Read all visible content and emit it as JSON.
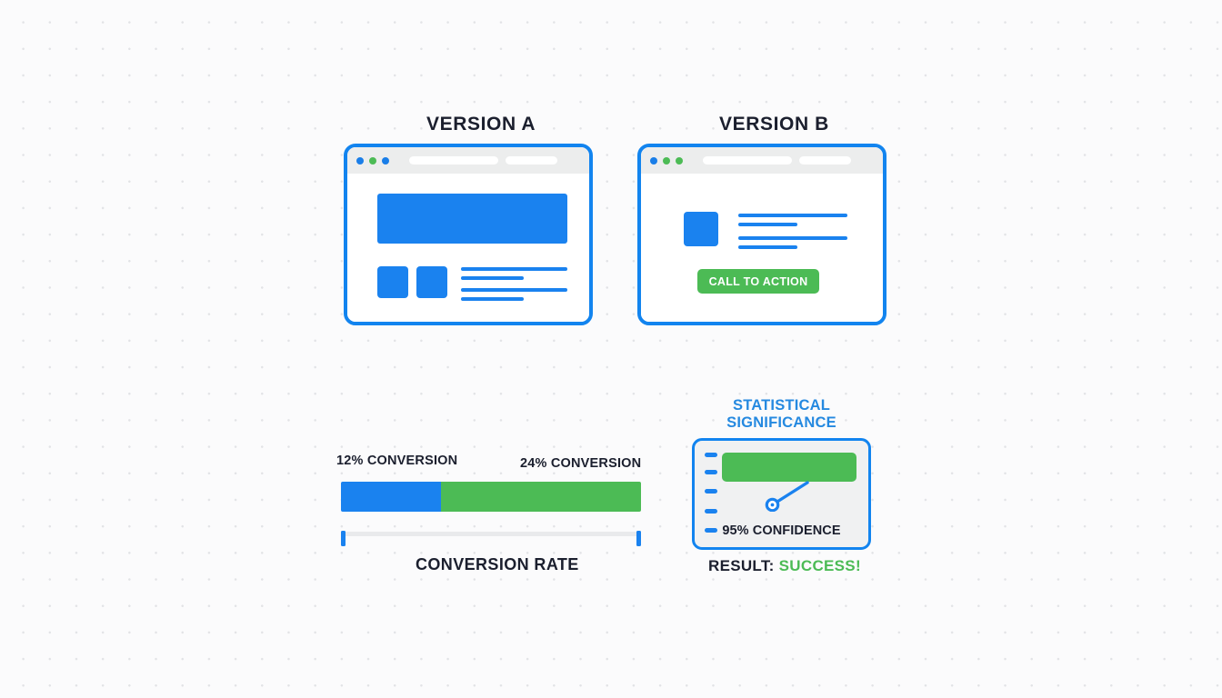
{
  "palette": {
    "blue": "#1a82ef",
    "blue_border": "#1284ef",
    "green": "#4cbb55",
    "dark": "#1b1f2e",
    "heading_blue": "#2589e0",
    "panel_gray": "#f0f1f2",
    "chrome_gray": "#eceded",
    "track_gray": "#e9eaec",
    "background": "#fbfbfc",
    "dot_grid": "#e2e3e6"
  },
  "variants": [
    {
      "id": "a",
      "title": "VERSION A",
      "chrome_dots": [
        "blue",
        "green",
        "blue"
      ],
      "layout": "hero-banner"
    },
    {
      "id": "b",
      "title": "VERSION B",
      "chrome_dots": [
        "blue",
        "green",
        "green"
      ],
      "layout": "media-object-with-cta",
      "cta_label": "CALL TO ACTION"
    }
  ],
  "conversion": {
    "label_a": "12% CONVERSION",
    "label_b": "24% CONVERSION",
    "value_a": 12,
    "value_b": 24,
    "title": "CONVERSION RATE"
  },
  "significance": {
    "heading_line_1": "STATISTICAL",
    "heading_line_2": "SIGNIFICANCE",
    "confidence_label": "95% CONFIDENCE",
    "confidence_value": 95,
    "tick_count": 5,
    "result_label": "RESULT:",
    "result_value": "SUCCESS!"
  },
  "chart_data": {
    "type": "bar",
    "title": "CONVERSION RATE",
    "categories": [
      "VERSION A",
      "VERSION B"
    ],
    "values": [
      12,
      24
    ],
    "value_labels": [
      "12% CONVERSION",
      "24% CONVERSION"
    ],
    "series_colors": [
      "#1a82ef",
      "#4cbb55"
    ],
    "unit": "%",
    "orientation": "horizontal-stacked",
    "xlabel": "",
    "ylabel": "",
    "grid": false,
    "legend": "none",
    "annotations": [
      {
        "text": "95% CONFIDENCE",
        "value": 95,
        "unit": "%"
      },
      {
        "text": "RESULT: SUCCESS!"
      }
    ]
  }
}
